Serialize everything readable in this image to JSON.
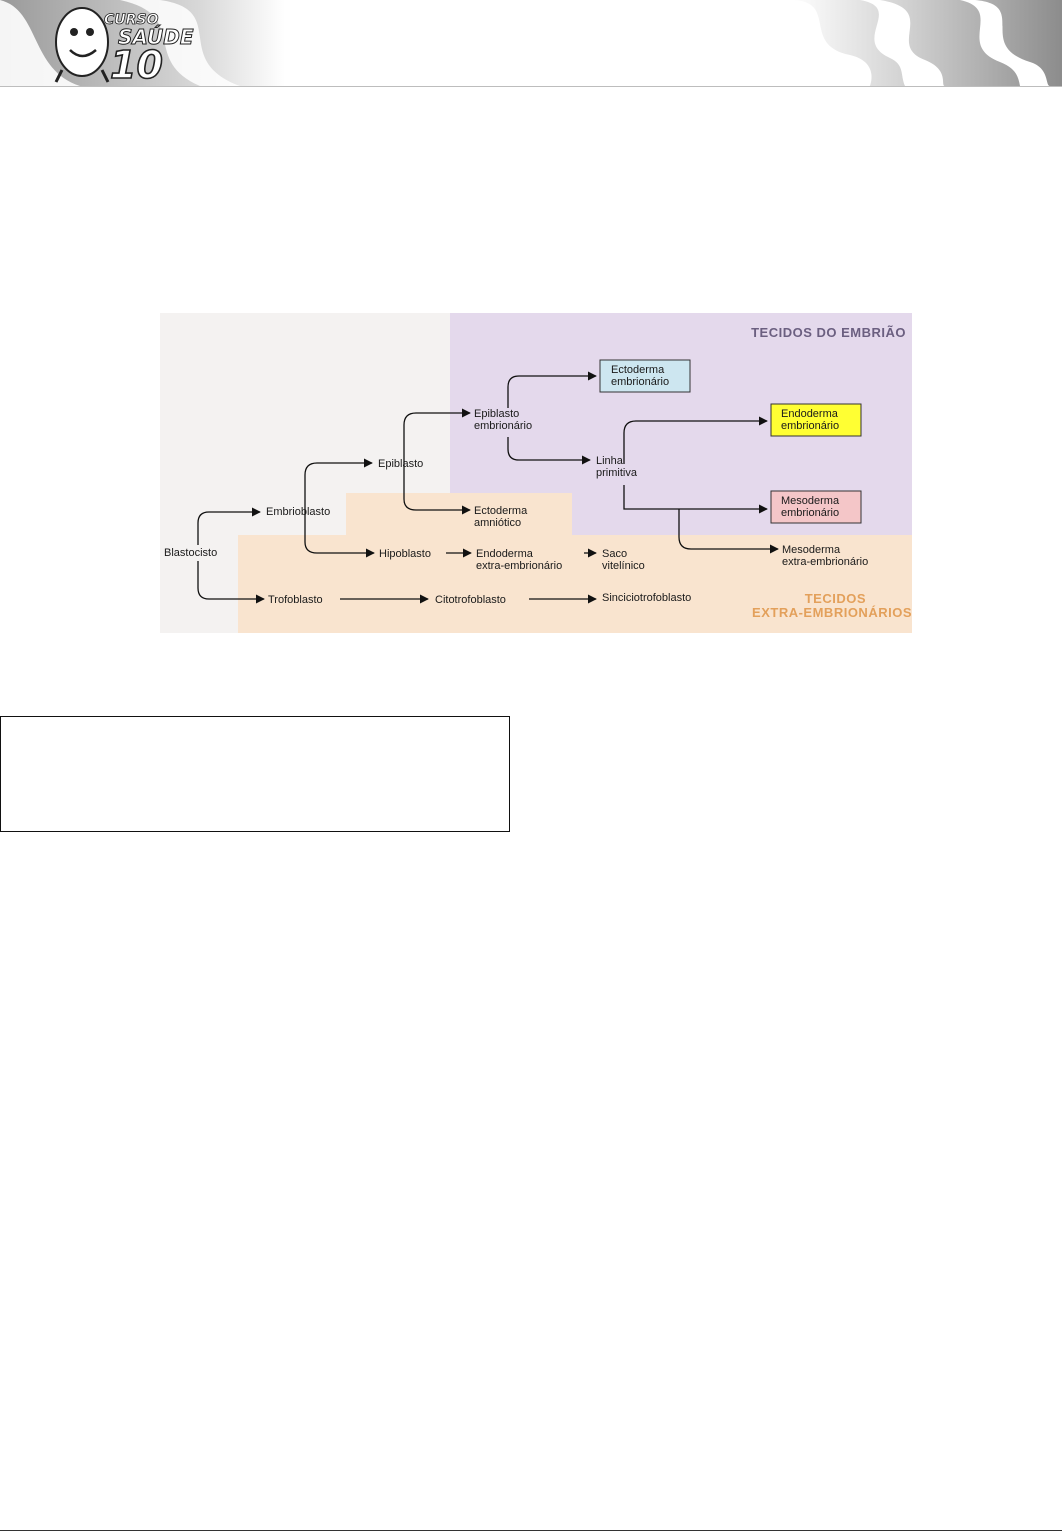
{
  "header": {
    "logo": {
      "text_top": "CURSO",
      "text_mid": "SAÚDE",
      "text_num": "10"
    },
    "decor": "s-swoosh-pattern"
  },
  "diagram": {
    "region_titles": {
      "embryo": "TECIDOS DO EMBRIÃO",
      "extra_line1": "TECIDOS",
      "extra_line2": "EXTRA-EMBRIONÁRIOS"
    },
    "colors": {
      "embryo_bg": "#e4d9ec",
      "extra_bg": "#f9e4cf",
      "embryo_title": "#6b5f80",
      "extra_title": "#e3a05b",
      "ectoderm_box": "#cde6f0",
      "endoderm_box": "#ffff33",
      "mesoderm_box": "#f4c6c8"
    },
    "nodes": {
      "blastocisto": "Blastocisto",
      "embrioblasto": "Embrioblasto",
      "trofoblasto": "Trofoblasto",
      "epiblasto": "Epiblasto",
      "hipoblasto": "Hipoblasto",
      "epiblasto_emb_1": "Epiblasto",
      "epiblasto_emb_2": "embrionário",
      "ectoderma_amn_1": "Ectoderma",
      "ectoderma_amn_2": "amniótico",
      "endoderma_extra_1": "Endoderma",
      "endoderma_extra_2": "extra-embrionário",
      "saco_1": "Saco",
      "saco_2": "vitelínico",
      "citotrofoblasto": "Citotrofoblasto",
      "sinciciotrofoblasto": "Sinciciotrofoblasto",
      "linha_1": "Linha",
      "linha_2": "primitiva",
      "ectoderma_emb_1": "Ectoderma",
      "ectoderma_emb_2": "embrionário",
      "endoderma_emb_1": "Endoderma",
      "endoderma_emb_2": "embrionário",
      "mesoderma_emb_1": "Mesoderma",
      "mesoderma_emb_2": "embrionário",
      "mesoderma_extra_1": "Mesoderma",
      "mesoderma_extra_2": "extra-embrionário"
    }
  }
}
